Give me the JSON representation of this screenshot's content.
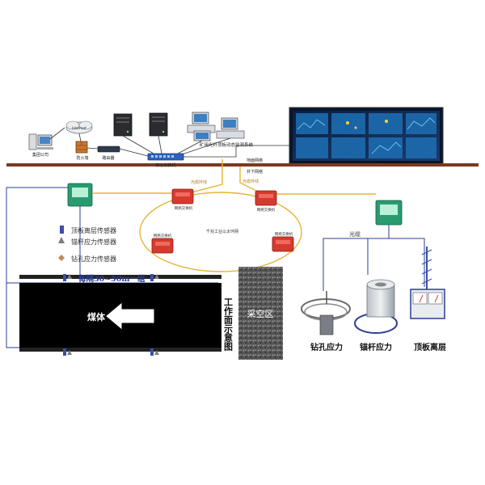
{
  "top": {
    "internet": "Internet",
    "group_company": "集团公司",
    "firewall": "防火墙",
    "router": "路由器",
    "core_switch": "核心交换机",
    "monitor_system": "矿用光纤顶板动态监测系统",
    "ground_network": "地面网络",
    "underground_network": "井下网络"
  },
  "ring": {
    "label": "千兆工业以太环网",
    "switch_label": "网络交换机",
    "fiber_ring": "光缆环线",
    "fiber_ring_2": "光缆环线"
  },
  "legend": {
    "roof": "顶板离层传感器",
    "bolt": "锚杆应力传感器",
    "borehole": "钻孔应力传感器"
  },
  "workface": {
    "interval": "每隔30~50m一组",
    "coal": "煤体",
    "title": "工作面示意图",
    "goaf": "采空区"
  },
  "sensors": {
    "fiber": "光缆",
    "borehole": "钻孔应力",
    "bolt": "锚杆应力",
    "roof": "顶板离层"
  },
  "colors": {
    "roof_sensor": "#3a4fa8",
    "bolt_sensor": "#7d7d7d",
    "borehole_sensor": "#c28a5c",
    "switch_red": "#d63a2e",
    "green_box": "#2a9b70",
    "rail": "#7a3a1e",
    "fiber": "#e8b23a",
    "blue_wire": "#2b3f90"
  },
  "icons": {
    "monitor_screen": "video-wall-icon",
    "server": "server-icon",
    "computer": "desktop-pc-icon",
    "firewall": "brick-wall-icon",
    "cloud": "cloud-icon",
    "switch": "network-switch-icon"
  }
}
